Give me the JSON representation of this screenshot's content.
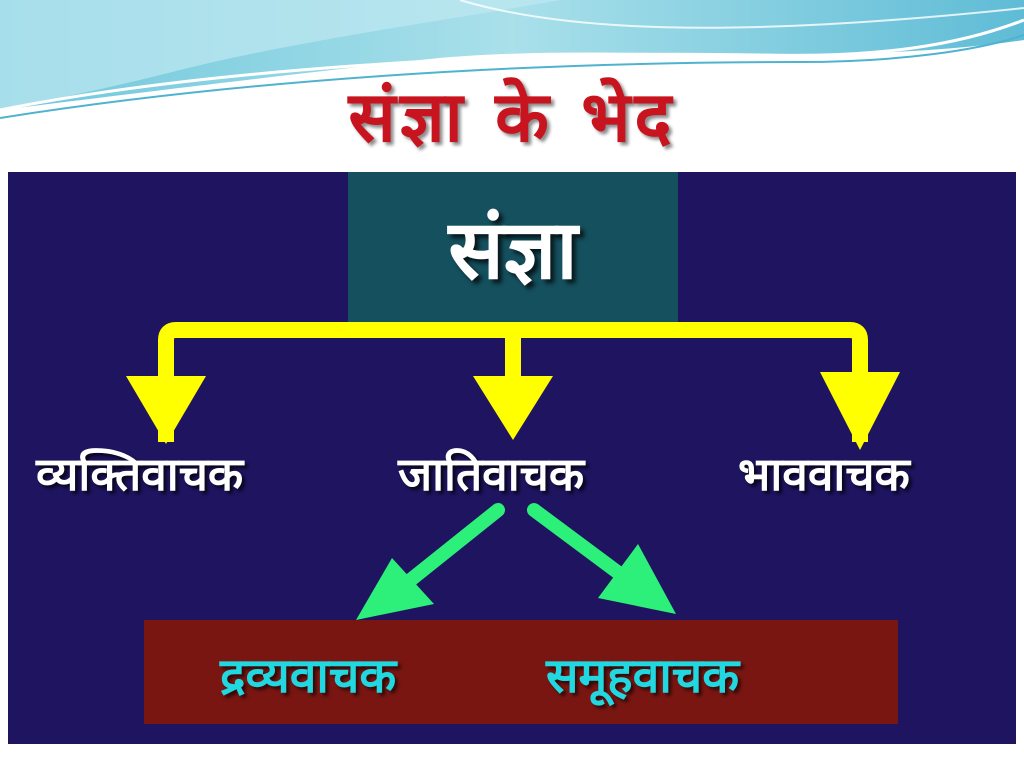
{
  "slide": {
    "title": "संज्ञा के भेद"
  },
  "diagram": {
    "root": "संज्ञा",
    "types": [
      "व्यक्तिवाचक",
      "जातिवाचक",
      "भाववाचक"
    ],
    "subtypes": [
      "द्रव्यवाचक",
      "समूहवाचक"
    ]
  },
  "colors": {
    "title": "#c8141e",
    "panel": "#1e1460",
    "root_box": "#15505e",
    "sub_box": "#7a1612",
    "yellow_arrow": "#ffff00",
    "green_arrow": "#2cf07a",
    "sub_text": "#21d8e0"
  }
}
